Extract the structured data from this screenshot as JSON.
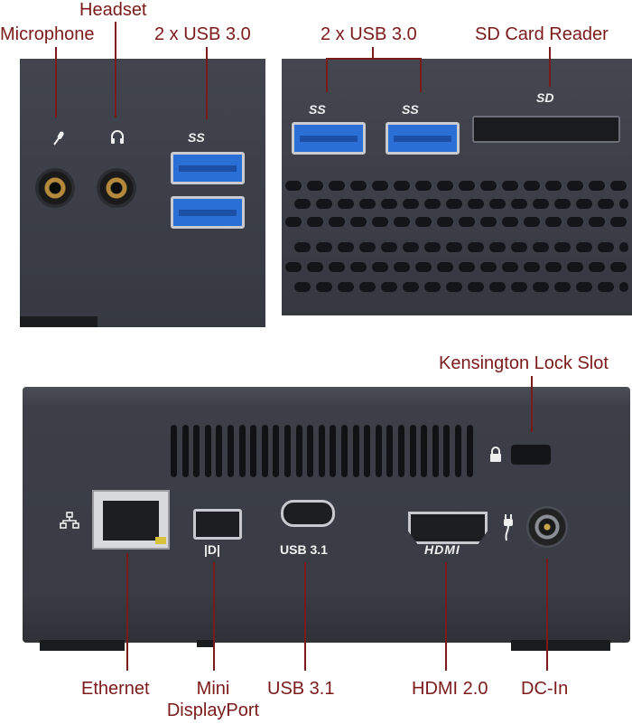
{
  "labels": {
    "headset": "Headset",
    "microphone": "Microphone",
    "usb30_left": "2 x USB 3.0",
    "usb30_right": "2 x USB 3.0",
    "sd_card": "SD Card Reader",
    "kensington": "Kensington Lock Slot",
    "ethernet": "Ethernet",
    "mini_dp_line1": "Mini",
    "mini_dp_line2": "DisplayPort",
    "usb31": "USB 3.1",
    "hdmi": "HDMI 2.0",
    "dc_in": "DC-In"
  },
  "port_markings": {
    "ss_left": "SS",
    "ss_mid": "SS",
    "ss_right": "SS",
    "sd_logo": "SD",
    "mdp_symbol": "|D|",
    "usbc_text": "USB 3.1",
    "hdmi_text": "HDMI"
  },
  "icons": {
    "mic": "microphone-icon",
    "headset": "headset-icon",
    "network": "network-icon",
    "lock": "lock-icon",
    "power": "power-plug-icon"
  },
  "colors": {
    "label": "#7b1a1a",
    "chassis": "#3b3e47",
    "usb_blue": "#2a6fd6"
  }
}
